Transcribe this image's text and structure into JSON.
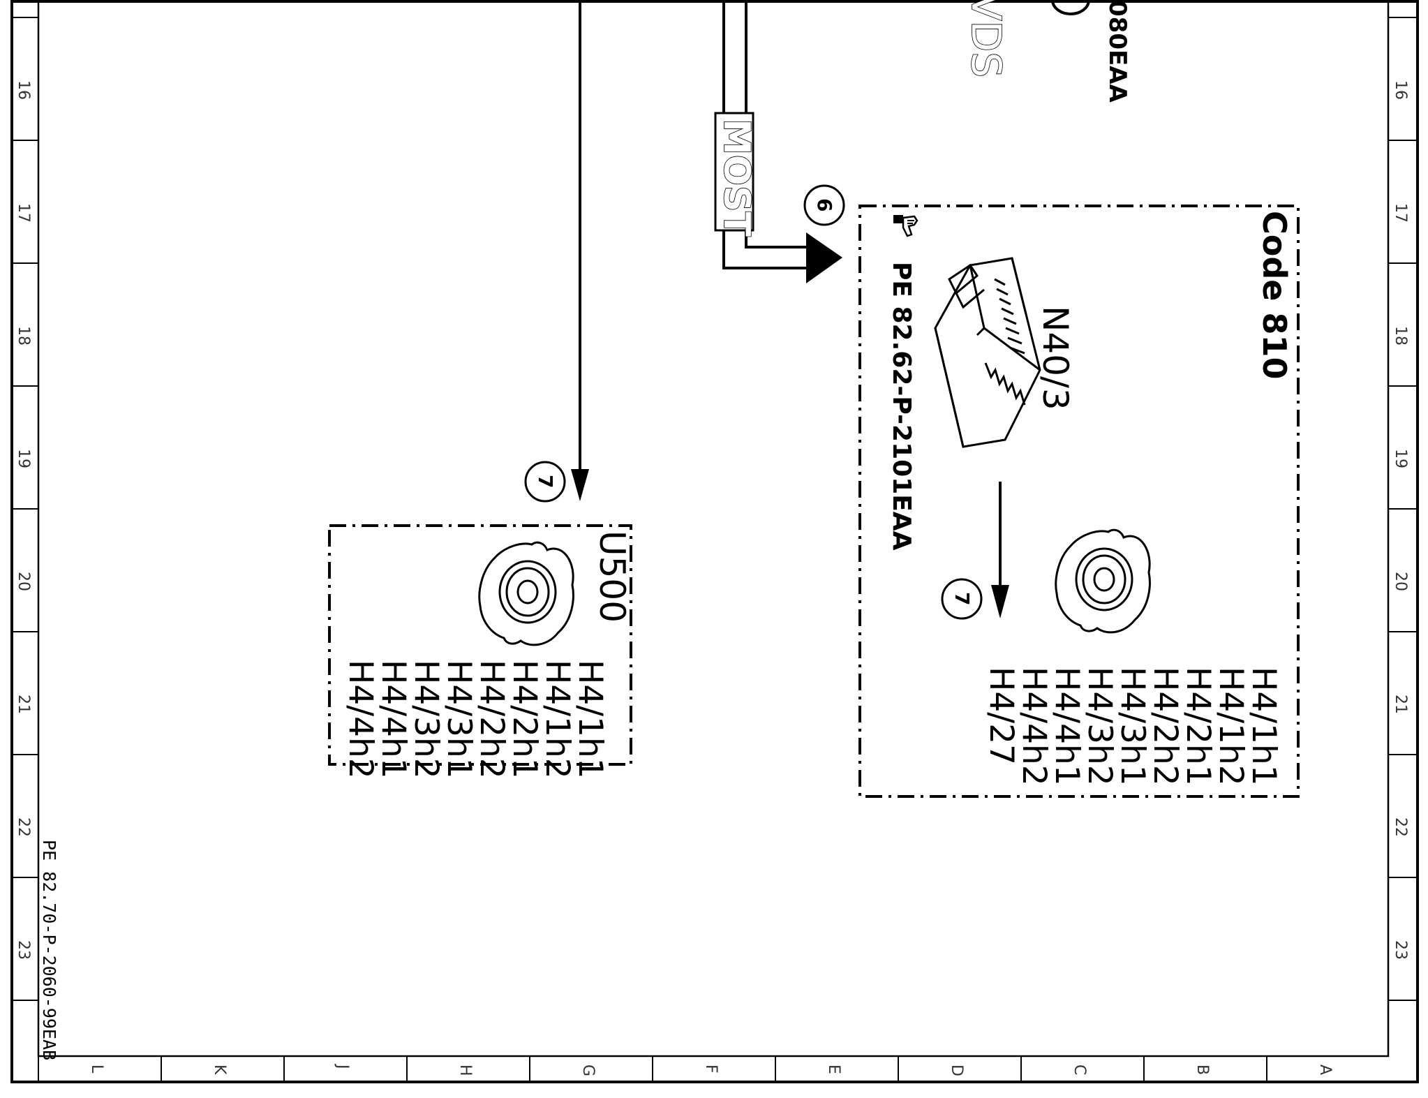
{
  "ruler": {
    "row_labels": [
      "16",
      "17",
      "18",
      "19",
      "20",
      "21",
      "22",
      "23"
    ],
    "column_labels": [
      "L",
      "K",
      "J",
      "H",
      "G",
      "F",
      "E",
      "D",
      "C",
      "B",
      "A"
    ]
  },
  "top_partial": {
    "ref_text": "080EAA",
    "label_text": "VDS"
  },
  "bus": {
    "label": "MOST",
    "connector_badge": "6"
  },
  "module_n40": {
    "code_label": "Code 810",
    "component_label": "N40/3",
    "reference": "PE 82.62-P-2101EAA",
    "arrow_badge": "7",
    "speakers": [
      "H4/1h1",
      "H4/1h2",
      "H4/2h1",
      "H4/2h2",
      "H4/3h1",
      "H4/3h2",
      "H4/4h1",
      "H4/4h2",
      "H4/27"
    ]
  },
  "module_u500": {
    "code_label": "U500",
    "arrow_badge": "7",
    "speakers": [
      "H4/1h1",
      "H4/1h2",
      "H4/2h1",
      "H4/2h2",
      "H4/3h1",
      "H4/3h2",
      "H4/4h1",
      "H4/4h2"
    ]
  },
  "sheet_reference": "PE 82.70-P-2060-99EAB",
  "icons": {
    "pointing_hand": "pointing-hand-icon",
    "control_unit": "control-unit-icon",
    "speaker": "speaker-icon"
  }
}
